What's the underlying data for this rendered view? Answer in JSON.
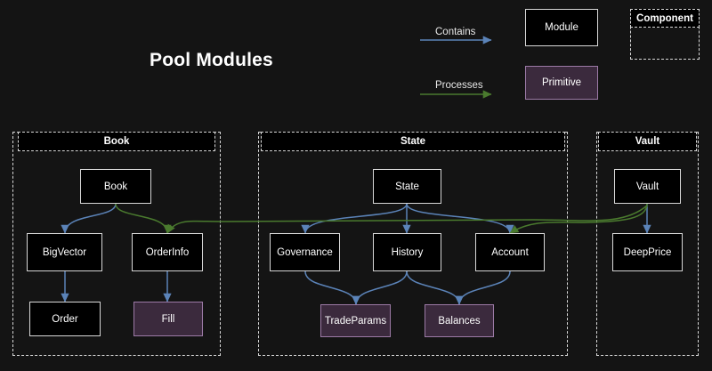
{
  "diagram": {
    "title": "Pool Modules",
    "background_color": "#141414",
    "module_box_color": "#000000",
    "module_border_color": "#d8d8d8",
    "primitive_box_color": "#3b2a3d",
    "primitive_border_color": "#9c7aa6",
    "contains_edge_color": "#5b83b8",
    "processes_edge_color": "#3f6b28"
  },
  "legend": {
    "contains_label": "Contains",
    "processes_label": "Processes",
    "module_label": "Module",
    "primitive_label": "Primitive",
    "component_label": "Component"
  },
  "groups": [
    {
      "id": "book",
      "label": "Book"
    },
    {
      "id": "state",
      "label": "State"
    },
    {
      "id": "vault",
      "label": "Vault"
    }
  ],
  "nodes": [
    {
      "id": "book",
      "label": "Book",
      "type": "module",
      "group": "book"
    },
    {
      "id": "bigvector",
      "label": "BigVector",
      "type": "module",
      "group": "book"
    },
    {
      "id": "orderinfo",
      "label": "OrderInfo",
      "type": "module",
      "group": "book"
    },
    {
      "id": "order",
      "label": "Order",
      "type": "module",
      "group": "book"
    },
    {
      "id": "fill",
      "label": "Fill",
      "type": "primitive",
      "group": "book"
    },
    {
      "id": "state",
      "label": "State",
      "type": "module",
      "group": "state"
    },
    {
      "id": "governance",
      "label": "Governance",
      "type": "module",
      "group": "state"
    },
    {
      "id": "history",
      "label": "History",
      "type": "module",
      "group": "state"
    },
    {
      "id": "account",
      "label": "Account",
      "type": "module",
      "group": "state"
    },
    {
      "id": "tradeparams",
      "label": "TradeParams",
      "type": "primitive",
      "group": "state"
    },
    {
      "id": "balances",
      "label": "Balances",
      "type": "primitive",
      "group": "state"
    },
    {
      "id": "vault",
      "label": "Vault",
      "type": "module",
      "group": "vault"
    },
    {
      "id": "deepprice",
      "label": "DeepPrice",
      "type": "module",
      "group": "vault"
    }
  ],
  "edges": [
    {
      "from": "book",
      "to": "bigvector",
      "relation": "Contains"
    },
    {
      "from": "book",
      "to": "orderinfo",
      "relation": "Processes"
    },
    {
      "from": "bigvector",
      "to": "order",
      "relation": "Contains"
    },
    {
      "from": "orderinfo",
      "to": "fill",
      "relation": "Contains"
    },
    {
      "from": "state",
      "to": "governance",
      "relation": "Contains"
    },
    {
      "from": "state",
      "to": "history",
      "relation": "Contains"
    },
    {
      "from": "state",
      "to": "account",
      "relation": "Contains"
    },
    {
      "from": "governance",
      "to": "tradeparams",
      "relation": "Contains"
    },
    {
      "from": "history",
      "to": "tradeparams",
      "relation": "Contains"
    },
    {
      "from": "history",
      "to": "balances",
      "relation": "Contains"
    },
    {
      "from": "account",
      "to": "balances",
      "relation": "Contains"
    },
    {
      "from": "vault",
      "to": "deepprice",
      "relation": "Contains"
    },
    {
      "from": "vault",
      "to": "account",
      "relation": "Processes"
    },
    {
      "from": "vault",
      "to": "orderinfo",
      "relation": "Processes"
    }
  ]
}
